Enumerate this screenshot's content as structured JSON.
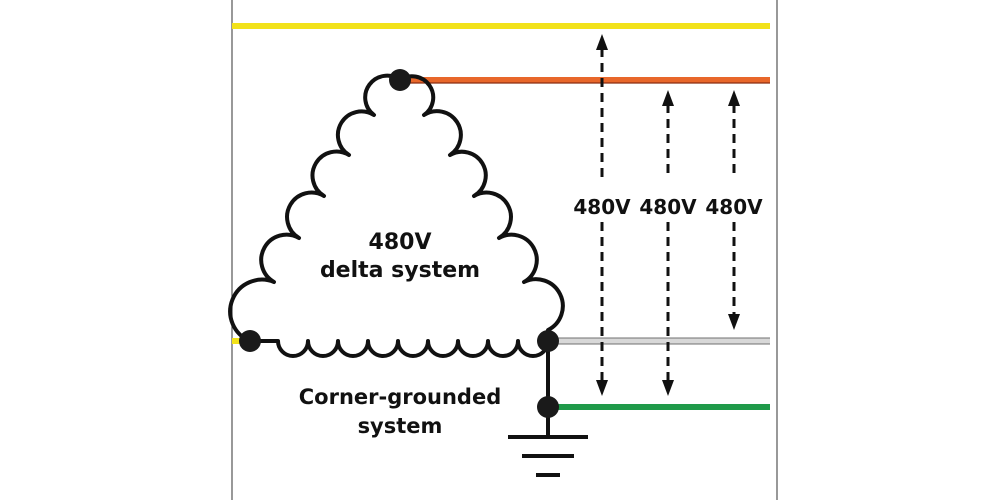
{
  "diagram": {
    "center_label": {
      "line1": "480V",
      "line2": "delta system"
    },
    "bottom_label": {
      "line1": "Corner-grounded",
      "line2": "system"
    },
    "voltage_labels": [
      "480V",
      "480V",
      "480V"
    ]
  },
  "colors": {
    "yellow_wire": "#f2e21a",
    "orange_wire": "#e8672a",
    "gray_wire": "#b8b8b8",
    "green_wire": "#1f9a4a",
    "node": "#1a1a1a",
    "coil": "#111111"
  }
}
